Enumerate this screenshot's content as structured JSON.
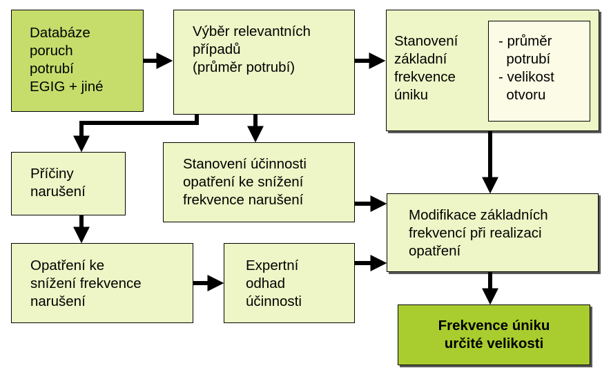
{
  "boxes": {
    "database": "Databáze\nporuch\npotrubí\nEGIG + jiné",
    "selection": "Výběr relevantních\npřípadů\n(průměr potrubí)",
    "base_freq": "Stanovení\nzákladní\nfrekvence\núniku",
    "base_params": "- průměr\n  potrubí\n- velikost\n  otvoru",
    "causes": "Příčiny\nnarušení",
    "efficiency": "Stanovení účinnosti\nopatření ke snížení\nfrekvence narušení",
    "measures": "Opatření ke\nsnížení frekvence\nnarušení",
    "expert": "Expertní\nodhad\núčinnosti",
    "modification": "Modifikace základních\nfrekvencí při realizaci\nopatření",
    "result": "Frekvence úniku\nurčité velikosti"
  },
  "colors": {
    "light_fill": "#eef5c6",
    "source_fill": "#c6dd6c",
    "result_fill": "#a9cc2e",
    "inner_fill": "#fbfbe6",
    "arrow": "#000000"
  }
}
